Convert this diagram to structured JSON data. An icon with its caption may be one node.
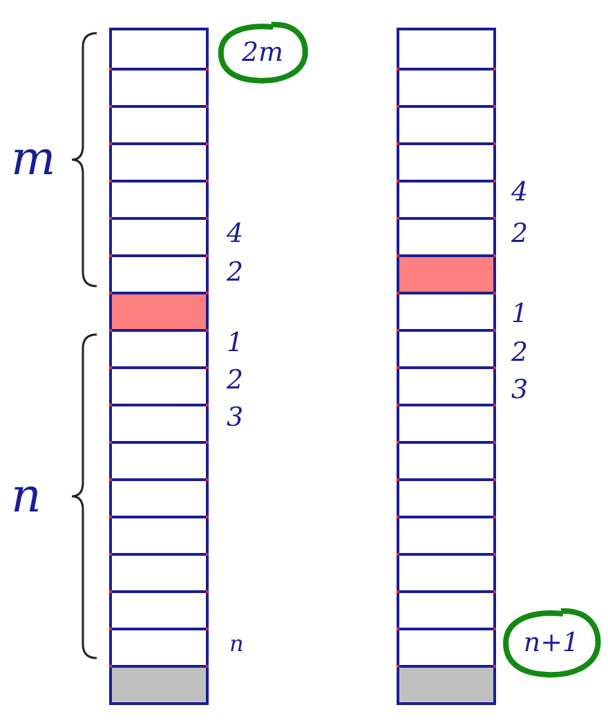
{
  "diagram": {
    "nodes": [
      {
        "text": [],
        "shape": "bar"
      },
      {
        "text": [],
        "shape": "box",
        "in": 0
      },
      {
        "text": [],
        "shape": "box",
        "in": 0
      },
      {
        "text": [],
        "shape": "box",
        "in": 0
      },
      {
        "text": [],
        "shape": "box",
        "in": 0
      },
      {
        "text": [],
        "shape": "box",
        "in": 0
      },
      {
        "text": [],
        "shape": "box",
        "in": 0
      },
      {
        "text": [],
        "shape": "box",
        "in": 0
      },
      {
        "text": [],
        "shape": "box",
        "in": 0
      },
      {
        "text": [],
        "shape": "box",
        "in": 0
      },
      {
        "text": [],
        "shape": "box",
        "in": 0
      },
      {
        "text": [],
        "shape": "box",
        "in": 0
      },
      {
        "text": [],
        "shape": "box",
        "in": 0
      },
      {
        "text": [],
        "shape": "box",
        "in": 0
      },
      {
        "text": [],
        "shape": "box",
        "in": 0
      },
      {
        "text": [],
        "shape": "box",
        "in": 0
      },
      {
        "text": [],
        "shape": "box",
        "in": 0
      },
      {
        "text": [],
        "shape": "box",
        "in": 0
      },
      {
        "text": [],
        "shape": "box",
        "in": 0
      },
      {
        "text": [],
        "shape": "bar"
      },
      {
        "text": [],
        "shape": "box",
        "in": 19
      },
      {
        "text": [],
        "shape": "box",
        "in": 19
      },
      {
        "text": [],
        "shape": "box",
        "in": 19
      },
      {
        "text": [],
        "shape": "box",
        "in": 19
      },
      {
        "text": [],
        "shape": "box",
        "in": 19
      },
      {
        "text": [],
        "shape": "box",
        "in": 19
      },
      {
        "text": [],
        "shape": "box",
        "in": 19
      },
      {
        "text": [],
        "shape": "box",
        "in": 19
      },
      {
        "text": [],
        "shape": "box",
        "in": 19
      },
      {
        "text": [],
        "shape": "box",
        "in": 19
      },
      {
        "text": [],
        "shape": "box",
        "in": 19
      },
      {
        "text": [],
        "shape": "box",
        "in": 19
      },
      {
        "text": [],
        "shape": "box",
        "in": 19
      },
      {
        "text": [],
        "shape": "box",
        "in": 19
      },
      {
        "text": [],
        "shape": "box",
        "in": 19
      },
      {
        "text": [],
        "shape": "box",
        "in": 19
      },
      {
        "text": [],
        "shape": "box",
        "in": 19
      },
      {
        "text": [],
        "shape": "box",
        "in": 19
      },
      {
        "text": [
          "2m"
        ]
      },
      {
        "text": [
          "n+1"
        ]
      }
    ],
    "labels": [
      "m",
      "4",
      "2",
      "1",
      "2",
      "3",
      "n",
      "n",
      "4",
      "2",
      "1",
      "2",
      "3"
    ]
  }
}
